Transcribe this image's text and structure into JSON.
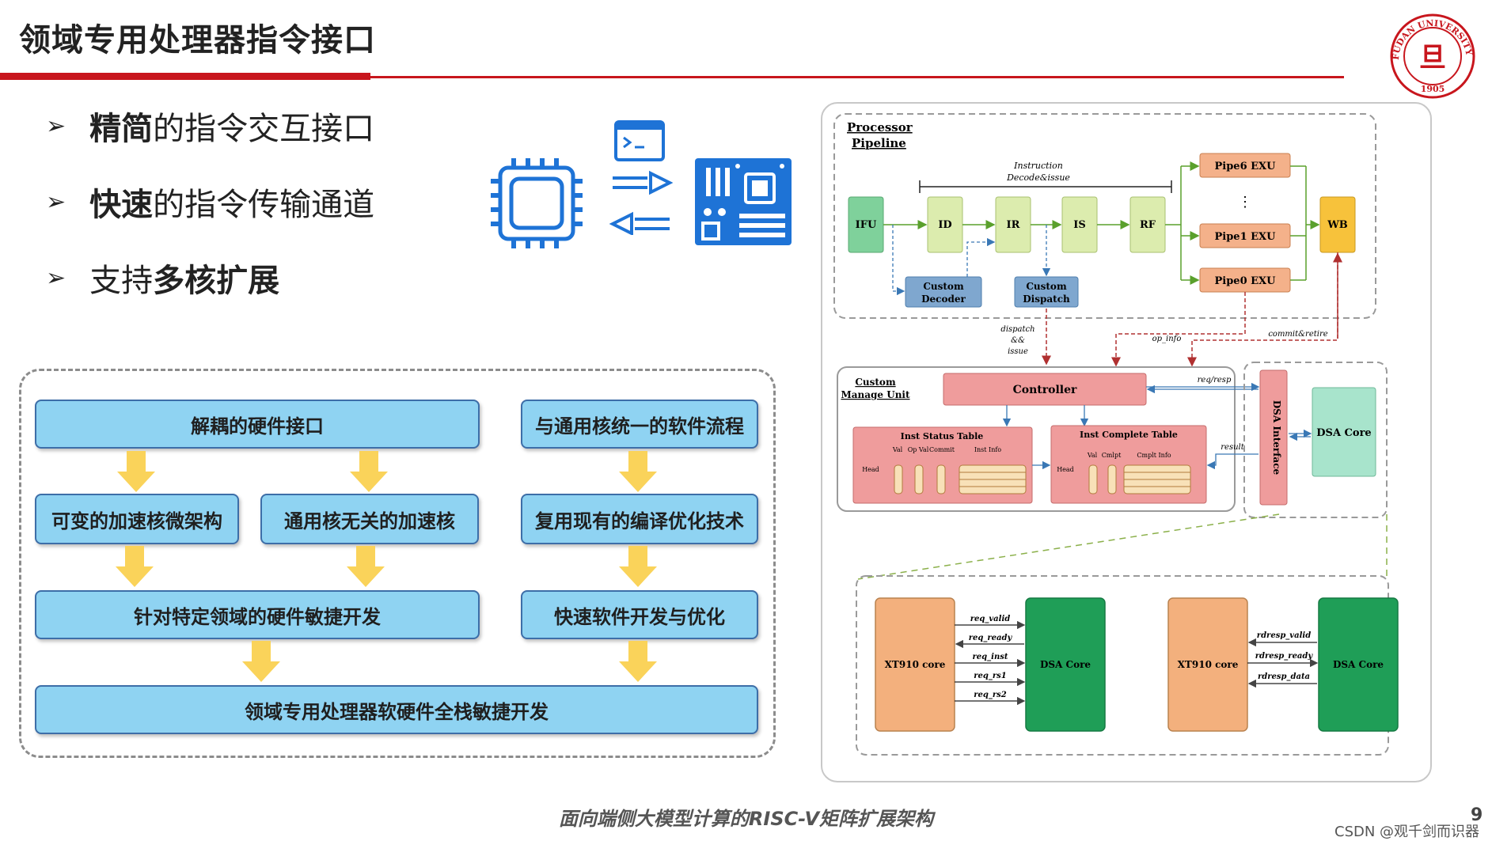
{
  "slide": {
    "title": "领域专用处理器指令接口",
    "caption": "面向端侧大模型计算的RISC-V矩阵扩展架构",
    "page_number": "9",
    "watermark": "CSDN @观千剑而识器"
  },
  "bullets": [
    {
      "bold": "精简",
      "rest": "的指令交互接口"
    },
    {
      "bold": "快速",
      "rest": "的指令传输通道"
    },
    {
      "pre": "支持",
      "bold": "多核扩展"
    }
  ],
  "logo": {
    "text_top": "FUDAN UNIVERSITY",
    "year": "1905",
    "center": "旦"
  },
  "flow": {
    "row1_left": "解耦的硬件接口",
    "row1_right": "与通用核统一的软件流程",
    "row2_a": "可变的加速核微架构",
    "row2_b": "通用核无关的加速核",
    "row2_right": "复用现有的编译优化技术",
    "row3_left": "针对特定领域的硬件敏捷开发",
    "row3_right": "快速软件开发与优化",
    "row4": "领域专用处理器软硬件全栈敏捷开发"
  },
  "diagram": {
    "pipeline_title_1": "Processor",
    "pipeline_title_2": "Pipeline",
    "instr_decode_1": "Instruction",
    "instr_decode_2": "Decode&issue",
    "ifu": "IFU",
    "id": "ID",
    "ir": "IR",
    "is": "IS",
    "rf": "RF",
    "wb": "WB",
    "pipe6": "Pipe6 EXU",
    "pipe1": "Pipe1 EXU",
    "pipe0": "Pipe0 EXU",
    "dots": "⋮",
    "custom_decoder_1": "Custom",
    "custom_decoder_2": "Decoder",
    "custom_dispatch_1": "Custom",
    "custom_dispatch_2": "Dispatch",
    "dispatch_issue_1": "dispatch",
    "dispatch_issue_2": "&&",
    "dispatch_issue_3": "issue",
    "op_info": "op_info",
    "commit_retire": "commit&retire",
    "cmu_title_1": "Custom",
    "cmu_title_2": "Manage Unit",
    "controller": "Controller",
    "req_resp": "req/resp",
    "result": "result",
    "inst_status_table": "Inst Status Table",
    "inst_complete_table": "Inst Complete Table",
    "ist_cols": [
      "Val",
      "Op Val",
      "Commit",
      "Inst Info"
    ],
    "ict_cols": [
      "Val",
      "Cmlpt",
      "Cmplt Info"
    ],
    "head": "Head",
    "dsa_interface": "DSA Interface",
    "dsa_core": "DSA Core",
    "xt910": "XT910 core",
    "dsa_core_small": "DSA Core",
    "left_signals": [
      "req_valid",
      "req_ready",
      "req_inst",
      "req_rs1",
      "req_rs2"
    ],
    "right_signals": [
      "rdresp_valid",
      "rdresp_ready",
      "rdresp_data"
    ]
  },
  "colors": {
    "accent_red": "#c8161d",
    "flow_box": "#8fd3f2",
    "flow_arrow": "#fad35a",
    "ifu": "#7fd19b",
    "stage": "#dcecae",
    "exu": "#f4b18a",
    "wb": "#f7c23b",
    "custom_blue": "#7fa7cf",
    "controller": "#ef9c9c",
    "dsa_core": "#a8e4cc",
    "xt910": "#f3b07d",
    "dsa_core_dark": "#1f9e57"
  },
  "icons": [
    "chip-icon",
    "terminal-window-icon",
    "bidirectional-arrows-icon",
    "circuit-board-icon"
  ]
}
